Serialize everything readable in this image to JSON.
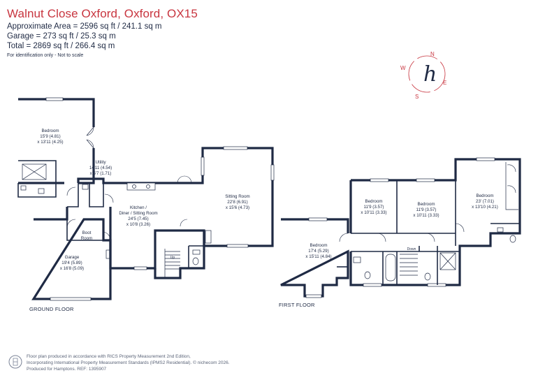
{
  "header": {
    "title": "Walnut Close Oxford, Oxford, OX15",
    "approx_area": "Approximate Area = 2596 sq ft / 241.1 sq m",
    "garage_area": "Garage = 273 sq ft / 25.3 sq m",
    "total_area": "Total = 2869 sq ft / 266.4 sq m",
    "note": "For identification only - Not to scale"
  },
  "compass": {
    "n": "N",
    "e": "E",
    "s": "S",
    "w": "W",
    "logo": "h",
    "accent_color": "#c8353f",
    "logo_color": "#1f2a44"
  },
  "ground_floor": {
    "label": "GROUND FLOOR",
    "rooms": {
      "bedroom": {
        "name": "Bedroom",
        "dim1": "15'9 (4.81)",
        "dim2": "x 13'11 (4.25)"
      },
      "utility": {
        "name": "Utility",
        "dim1": "14'11 (4.54)",
        "dim2": "x 5'7 (1.71)"
      },
      "kitchen": {
        "name1": "Kitchen /",
        "name2": "Diner / Sitting Room",
        "dim1": "24'5 (7.45)",
        "dim2": "x 10'8 (3.26)"
      },
      "sitting": {
        "name": "Sitting Room",
        "dim1": "22'8 (6.91)",
        "dim2": "x 15'6 (4.73)"
      },
      "garage": {
        "name": "Garage",
        "dim1": "19'4 (5.89)",
        "dim2": "x 16'8 (5.09)"
      },
      "boot": {
        "name1": "Boot",
        "name2": "Room"
      },
      "up": "Up"
    }
  },
  "first_floor": {
    "label": "FIRST FLOOR",
    "rooms": {
      "bedroom_a": {
        "name": "Bedroom",
        "dim1": "17'4 (5.29)",
        "dim2": "x 15'11 (4.84)"
      },
      "bedroom_b": {
        "name": "Bedroom",
        "dim1": "11'9 (3.57)",
        "dim2": "x 10'11 (3.33)"
      },
      "bedroom_c": {
        "name": "Bedroom",
        "dim1": "11'9 (3.57)",
        "dim2": "x 10'11 (3.33)"
      },
      "bedroom_d": {
        "name": "Bedroom",
        "dim1": "23' (7.01)",
        "dim2": "x 13'10 (4.21)"
      },
      "down": "Down"
    }
  },
  "footer": {
    "line1": "Floor plan produced in accordance with RICS Property Measurement 2nd Edition,",
    "line2": "Incorporating International Property Measurement Standards (IPMS2 Residential).  © nichecom 2026.",
    "line3": "Produced for Hamptons.   REF:  1395907"
  }
}
